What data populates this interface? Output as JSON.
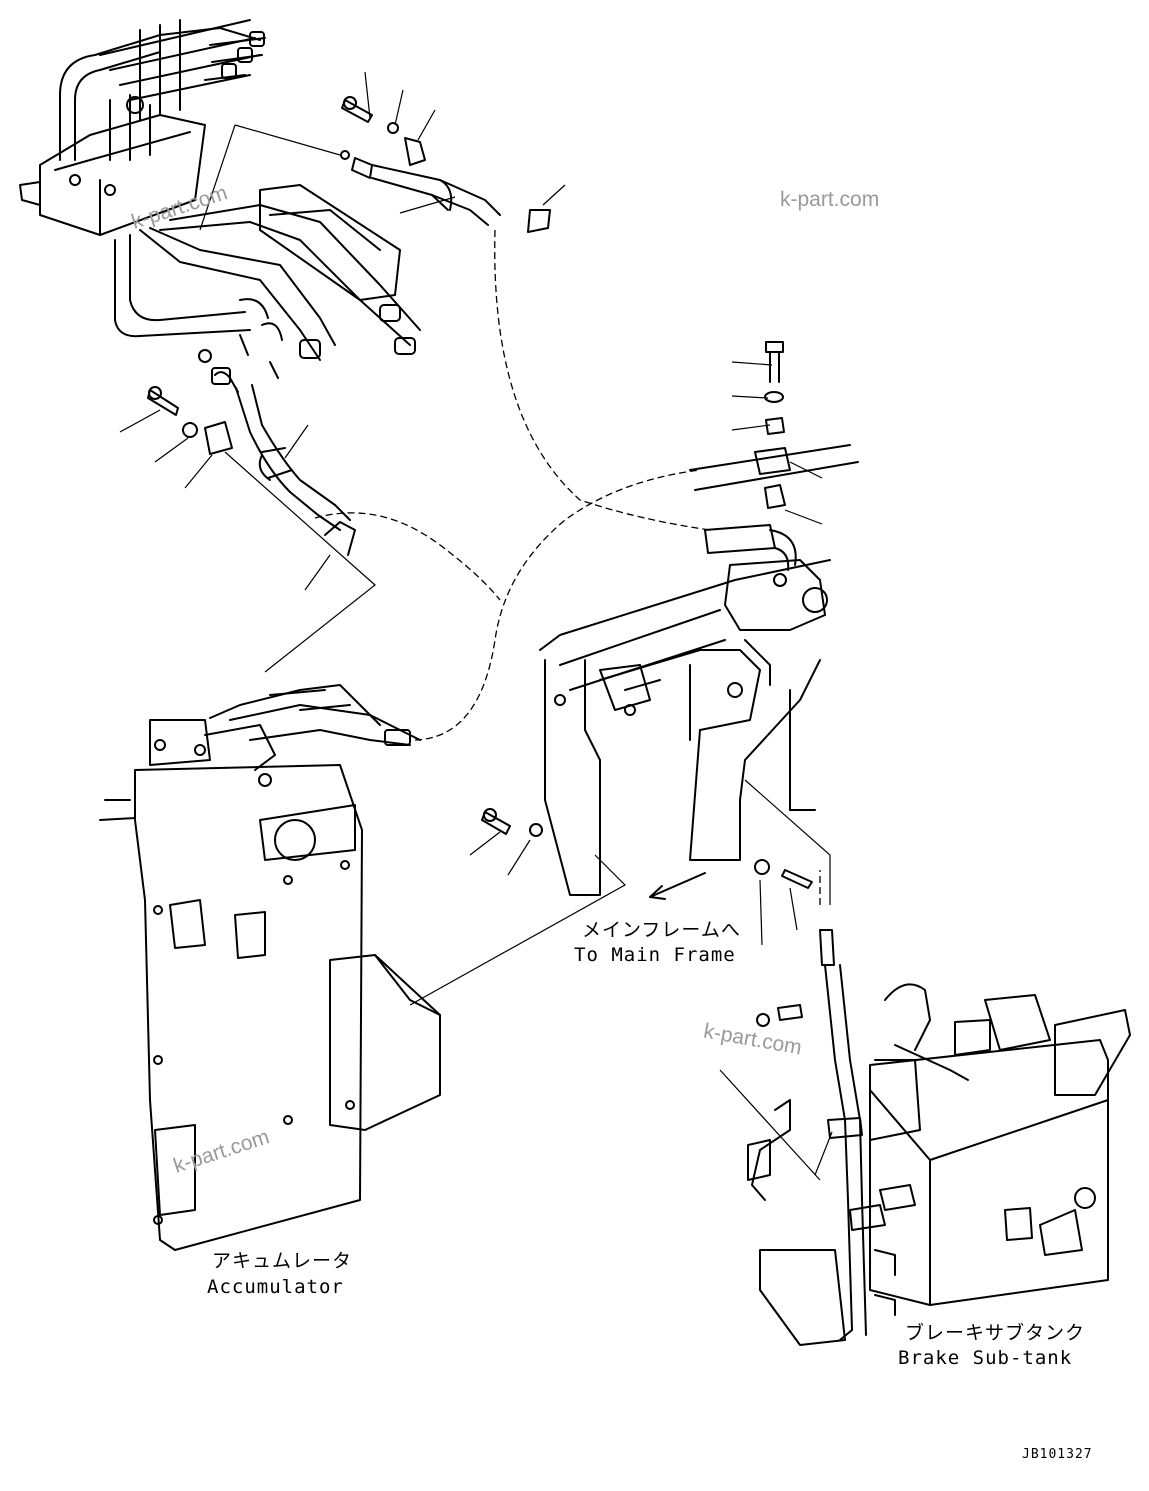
{
  "labels": {
    "main_frame_jp": "メインフレームへ",
    "main_frame_en": "To Main Frame",
    "accumulator_jp": "アキュムレータ",
    "accumulator_en": "Accumulator",
    "brake_tank_jp": "ブレーキサブタンク",
    "brake_tank_en": "Brake Sub-tank"
  },
  "watermark": "k-part.com",
  "drawing_code": "JB101327"
}
